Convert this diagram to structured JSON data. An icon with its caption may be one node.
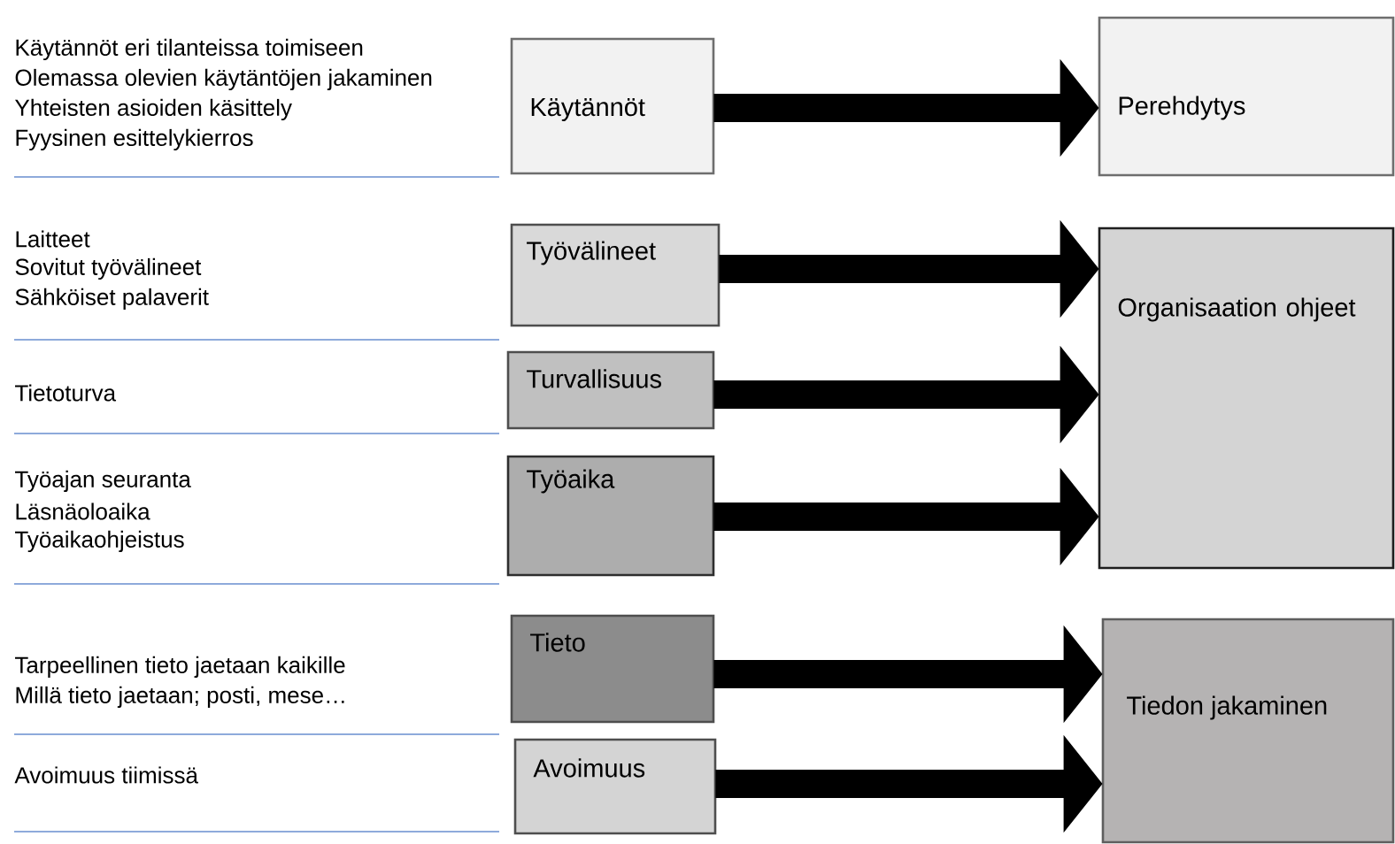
{
  "diagram": {
    "nodes": [
      {
        "text": [
          "Käytännöt"
        ]
      },
      {
        "text": [
          "Perehdytys"
        ]
      },
      {
        "text": [
          "Työvälineet"
        ]
      },
      {
        "text": [
          "Organisaation ohjeet"
        ]
      },
      {
        "text": [
          "Turvallisuus"
        ]
      },
      {
        "text": [
          "Työaika"
        ]
      },
      {
        "text": [
          "Tieto"
        ]
      },
      {
        "text": [
          "Tiedon jakaminen"
        ]
      },
      {
        "text": [
          "Avoimuus"
        ]
      }
    ],
    "edges": [
      {
        "from": 0,
        "to": 1,
        "arrow": "to"
      },
      {
        "from": 2,
        "to": 3,
        "arrow": "to"
      },
      {
        "from": 4,
        "to": 3,
        "arrow": "to"
      },
      {
        "from": 5,
        "to": 3,
        "arrow": "to"
      },
      {
        "from": 6,
        "to": 7,
        "arrow": "to"
      },
      {
        "from": 8,
        "to": 7,
        "arrow": "to"
      }
    ],
    "labels": [
      "Käytännöt eri tilanteissa toimiseen",
      "Olemassa olevien käytäntöjen jakaminen",
      "Yhteisten asioiden käsittely",
      "Fyysinen esittelykierros",
      "Laitteet",
      "Sovitut työvälineet",
      "Sähköiset palaverit",
      "Tietoturva",
      "Työajan seuranta",
      "Läsnäoloaika",
      "Työaikaohjeistus",
      "Tarpeellinen tieto jaetaan kaikille",
      "Millä tieto jaetaan; posti, mese…",
      "Avoimuus tiimissä"
    ]
  }
}
